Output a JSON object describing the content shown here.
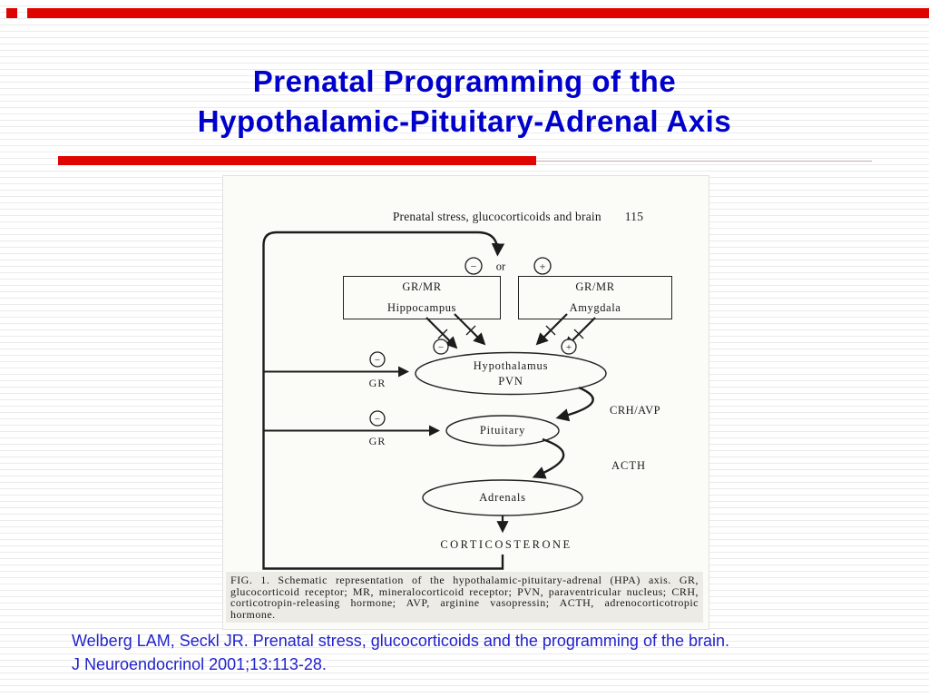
{
  "slide": {
    "title": {
      "line1": "Prenatal Programming of the",
      "line2": "Hypothalamic-Pituitary-Adrenal Axis"
    },
    "citation": {
      "line1": "Welberg LAM, Seckl JR. Prenatal stress, glucocorticoids and the programming of the brain.",
      "line2": "J Neuroendocrinol 2001;13:113-28."
    },
    "colors": {
      "accent_red": "#e00400",
      "title_blue": "#0000cc",
      "citation_blue": "#2222cc"
    }
  },
  "figure": {
    "running_head": {
      "title": "Prenatal stress, glucocorticoids and brain",
      "page": "115"
    },
    "nodes": {
      "hippocampus": {
        "line1": "GR/MR",
        "line2": "Hippocampus"
      },
      "amygdala": {
        "line1": "GR/MR",
        "line2": "Amygdala"
      },
      "hypothalamus": {
        "line1": "Hypothalamus",
        "line2": "PVN"
      },
      "pituitary": "Pituitary",
      "adrenals": "Adrenals",
      "corticosterone": "CORTICOSTERONE"
    },
    "labels": {
      "minus": "−",
      "plus": "+",
      "or": "or",
      "gr": "GR",
      "crh_avp": "CRH/AVP",
      "acth": "ACTH"
    },
    "caption": "FIG. 1.  Schematic representation of the hypothalamic-pituitary-adrenal (HPA) axis. GR, glucocorticoid receptor; MR, mineralocorticoid receptor; PVN, paraventricular nucleus; CRH, corticotropin-releasing hormone; AVP, arginine vasopressin; ACTH, adrenocorticotropic hormone."
  }
}
